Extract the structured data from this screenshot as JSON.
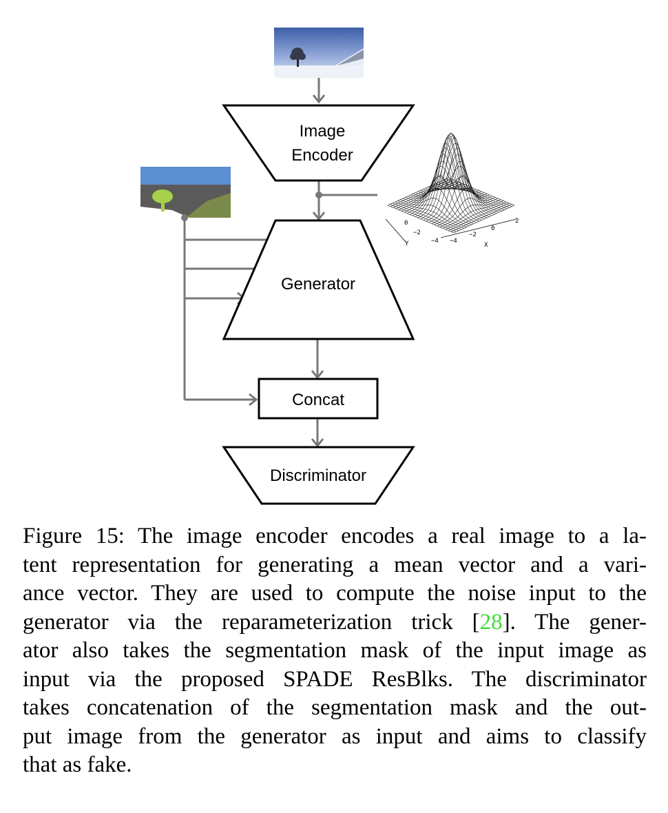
{
  "diagram": {
    "blocks": {
      "image_encoder": [
        "Image",
        "Encoder"
      ],
      "generator": "Generator",
      "concat": "Concat",
      "discriminator": "Discriminator"
    },
    "gaussian_axes": {
      "y_label": "Y",
      "x_label": "X",
      "y_ticks": [
        "0",
        "−2",
        "−4"
      ],
      "x_ticks": [
        "−4",
        "−2",
        "0",
        "2"
      ]
    },
    "colors": {
      "arrow": "#777777",
      "block_stroke": "#000000",
      "mask_sky": "#5b8fd1",
      "mask_ground": "#5a5a5a",
      "mask_hill": "#7a8a4a",
      "mask_tree": "#a6d14a",
      "citation": "#3ddc35"
    }
  },
  "caption": {
    "lines": [
      "Figure 15: The image encoder encodes a real image to a la-",
      "tent representation for generating a mean vector and a vari-",
      "ance vector. They are used to compute the noise input to the",
      "generator via the reparameterization trick [",
      "28",
      "]. The gener-",
      "ator also takes the segmentation mask of the input image as",
      "input via the proposed SPADE ResBlks. The discriminator",
      "takes concatenation of the segmentation mask and the out-",
      "put image from the generator as input and aims to classify",
      "that as fake."
    ]
  }
}
